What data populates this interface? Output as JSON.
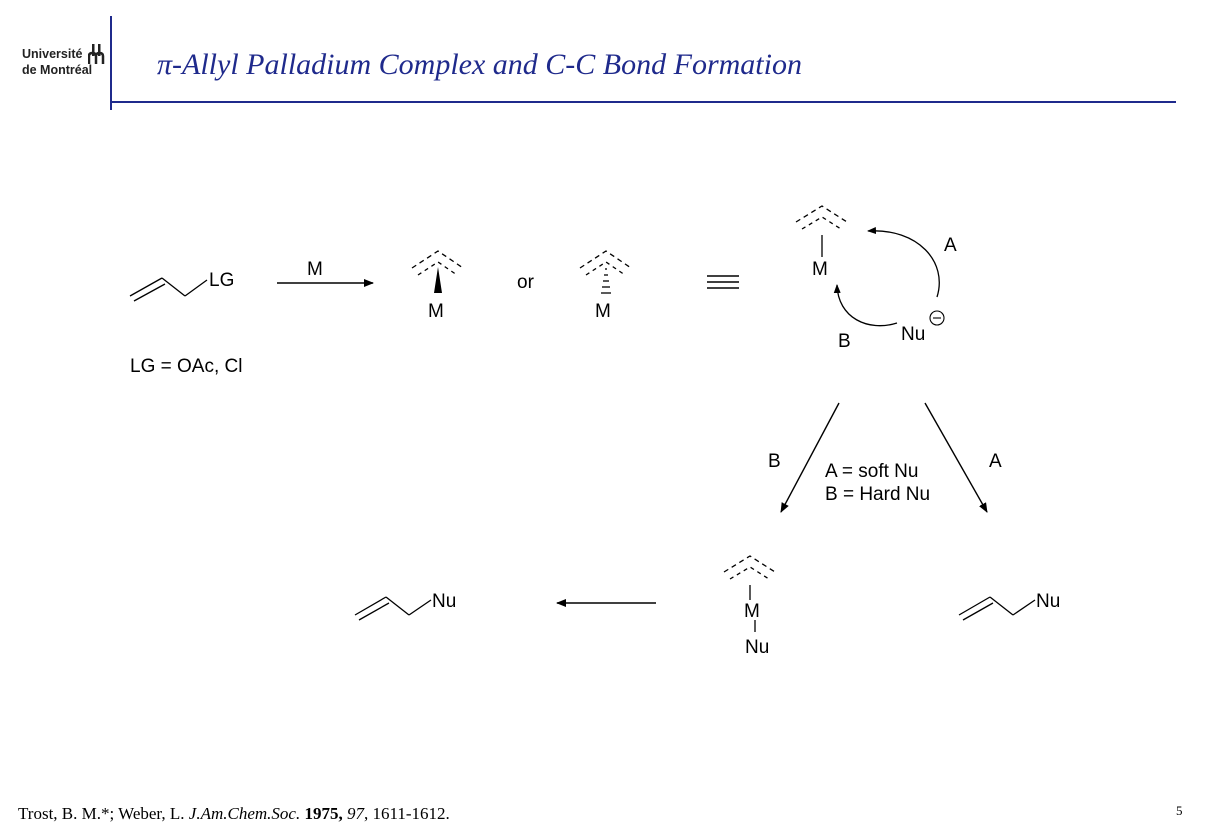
{
  "header": {
    "logo_line_1": "Université",
    "logo_line_2": "de Montréal",
    "title": "π-Allyl Palladium Complex and C-C Bond Formation",
    "accent_color": "#1f2a8c"
  },
  "scheme": {
    "leaving_group": "LG",
    "leaving_group_definition": "LG = OAc, Cl",
    "metal": "M",
    "or_label": "or",
    "nucleophile": "Nu",
    "pathway_a": "A",
    "pathway_b": "B",
    "legend_a": "A = soft Nu",
    "legend_b": "B = Hard Nu"
  },
  "footer": {
    "authors": "Trost, B. M.*; Weber, L. ",
    "journal": "J.Am.Chem.Soc.",
    "year": "1975,",
    "volume": "97",
    "pages": ", 1611-1612.",
    "page_number": "5"
  }
}
